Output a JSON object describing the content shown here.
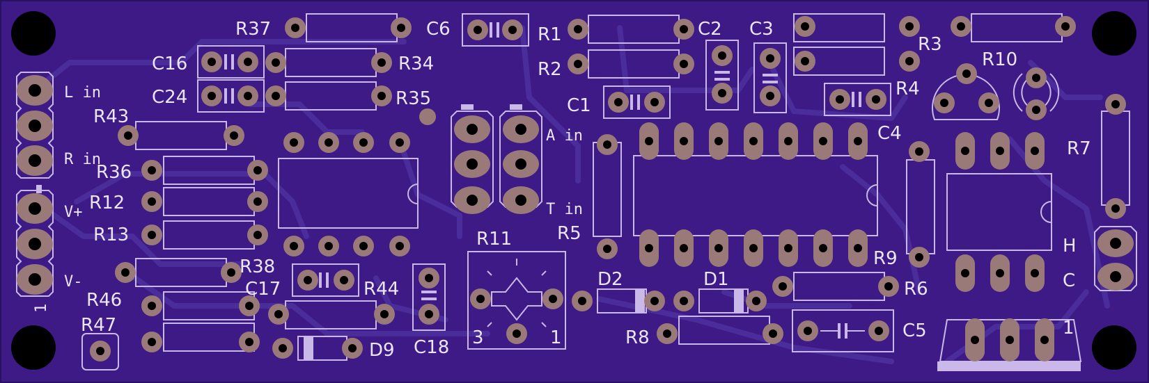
{
  "colors": {
    "board": "#3e1a86",
    "board_edge": "#2a1060",
    "trace": "#4a2c9a",
    "pad": "#9a7a78",
    "drill": "#000000",
    "silkscreen": "#c9b8e8"
  },
  "labels": {
    "L_in": "L in",
    "R_in": "R in",
    "V_plus": "V+",
    "V_minus": "V-",
    "one": "1",
    "A_in": "A in",
    "T_in": "T in",
    "H": "H",
    "C": "C",
    "R37": "R37",
    "R34": "R34",
    "R35": "R35",
    "R43": "R43",
    "R36": "R36",
    "R12": "R12",
    "R13": "R13",
    "R38": "R38",
    "R46": "R46",
    "R47": "R47",
    "R44": "R44",
    "R11": "R11",
    "R1": "R1",
    "R2": "R2",
    "R3": "R3",
    "R4": "R4",
    "R5": "R5",
    "R6": "R6",
    "R7": "R7",
    "R8": "R8",
    "R9": "R9",
    "R10": "R10",
    "C1": "C1",
    "C2": "C2",
    "C3": "C3",
    "C4": "C4",
    "C5": "C5",
    "C6": "C6",
    "C16": "C16",
    "C17": "C17",
    "C18": "C18",
    "C24": "C24",
    "D1": "D1",
    "D2": "D2",
    "D9": "D9",
    "pot_3": "3",
    "pot_1": "1",
    "reg_1": "1"
  }
}
